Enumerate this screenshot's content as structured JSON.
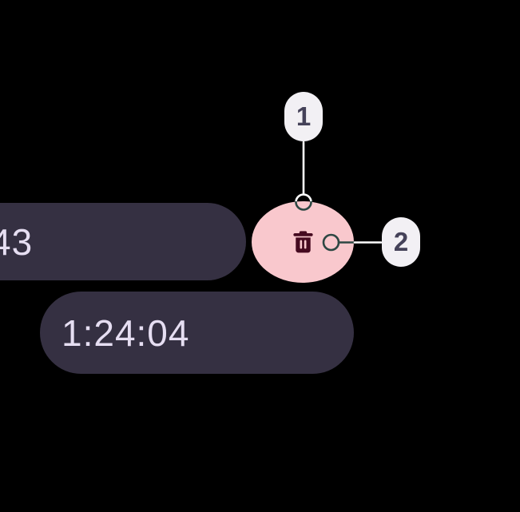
{
  "colors": {
    "background": "#000000",
    "pill_bg": "#353042",
    "pill_text": "#e6def2",
    "delete_button_bg": "#f9c8cd",
    "trash_icon": "#460a20",
    "badge_bg": "#f2f0f4",
    "badge_text": "#454259",
    "connector_light": "#ffffff",
    "connector_dark": "#2d4743"
  },
  "timers": [
    {
      "time": "43"
    },
    {
      "time": "1:24:04"
    }
  ],
  "delete_button": {
    "icon": "trash-icon"
  },
  "annotations": {
    "badges": [
      {
        "label": "1"
      },
      {
        "label": "2"
      }
    ]
  }
}
